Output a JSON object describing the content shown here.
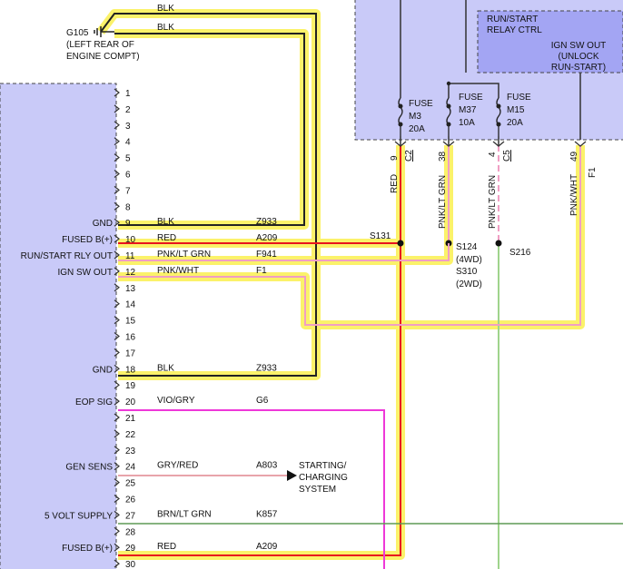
{
  "ground": {
    "id": "G105",
    "location_lines": [
      "(LEFT REAR OF",
      "ENGINE COMPT)"
    ]
  },
  "top_wire_labels": [
    "BLK",
    "BLK"
  ],
  "relay_box": {
    "title_lines": [
      "RUN/START",
      "RELAY CTRL"
    ],
    "sub_lines": [
      "IGN SW OUT",
      "(UNLOCK",
      "RUN-START)"
    ]
  },
  "fuses": [
    {
      "lines": [
        "FUSE",
        "M3",
        "20A"
      ]
    },
    {
      "lines": [
        "FUSE",
        "M37",
        "10A"
      ]
    },
    {
      "lines": [
        "FUSE",
        "M15",
        "20A"
      ]
    }
  ],
  "junction_pins": [
    {
      "pin": "9",
      "conn": "C2",
      "color": "RED"
    },
    {
      "pin": "38",
      "conn": "",
      "color": "PNK/LT GRN"
    },
    {
      "pin": "4",
      "conn": "C5",
      "color": "PNK/LT GRN"
    },
    {
      "pin": "49",
      "conn": "F1",
      "color": "PNK/WHT"
    }
  ],
  "splices": [
    "S131",
    "S124",
    "(4WD)",
    "S310",
    "(2WD)",
    "S216"
  ],
  "pins": [
    {
      "n": "1",
      "label": "",
      "color": "",
      "circuit": ""
    },
    {
      "n": "2",
      "label": "",
      "color": "",
      "circuit": ""
    },
    {
      "n": "3",
      "label": "",
      "color": "",
      "circuit": ""
    },
    {
      "n": "4",
      "label": "",
      "color": "",
      "circuit": ""
    },
    {
      "n": "5",
      "label": "",
      "color": "",
      "circuit": ""
    },
    {
      "n": "6",
      "label": "",
      "color": "",
      "circuit": ""
    },
    {
      "n": "7",
      "label": "",
      "color": "",
      "circuit": ""
    },
    {
      "n": "8",
      "label": "",
      "color": "",
      "circuit": ""
    },
    {
      "n": "9",
      "label": "GND",
      "color": "BLK",
      "circuit": "Z933"
    },
    {
      "n": "10",
      "label": "FUSED B(+)",
      "color": "RED",
      "circuit": "A209"
    },
    {
      "n": "11",
      "label": "RUN/START RLY OUT",
      "color": "PNK/LT GRN",
      "circuit": "F941"
    },
    {
      "n": "12",
      "label": "IGN SW OUT",
      "color": "PNK/WHT",
      "circuit": "F1"
    },
    {
      "n": "13",
      "label": "",
      "color": "",
      "circuit": ""
    },
    {
      "n": "14",
      "label": "",
      "color": "",
      "circuit": ""
    },
    {
      "n": "15",
      "label": "",
      "color": "",
      "circuit": ""
    },
    {
      "n": "16",
      "label": "",
      "color": "",
      "circuit": ""
    },
    {
      "n": "17",
      "label": "",
      "color": "",
      "circuit": ""
    },
    {
      "n": "18",
      "label": "GND",
      "color": "BLK",
      "circuit": "Z933"
    },
    {
      "n": "19",
      "label": "",
      "color": "",
      "circuit": ""
    },
    {
      "n": "20",
      "label": "EOP SIG",
      "color": "VIO/GRY",
      "circuit": "G6"
    },
    {
      "n": "21",
      "label": "",
      "color": "",
      "circuit": ""
    },
    {
      "n": "22",
      "label": "",
      "color": "",
      "circuit": ""
    },
    {
      "n": "23",
      "label": "",
      "color": "",
      "circuit": ""
    },
    {
      "n": "24",
      "label": "GEN SENS",
      "color": "GRY/RED",
      "circuit": "A803"
    },
    {
      "n": "25",
      "label": "",
      "color": "",
      "circuit": ""
    },
    {
      "n": "26",
      "label": "",
      "color": "",
      "circuit": ""
    },
    {
      "n": "27",
      "label": "5 VOLT SUPPLY",
      "color": "BRN/LT GRN",
      "circuit": "K857"
    },
    {
      "n": "28",
      "label": "",
      "color": "",
      "circuit": ""
    },
    {
      "n": "29",
      "label": "FUSED B(+)",
      "color": "RED",
      "circuit": "A209"
    },
    {
      "n": "30",
      "label": "",
      "color": "",
      "circuit": ""
    }
  ],
  "charging_system": {
    "lines": [
      "STARTING/",
      "CHARGING",
      "SYSTEM"
    ]
  },
  "colors": {
    "module_fill": "#c9caf8",
    "relay_fill": "#a3a5f3",
    "highlight": "#fbf26a",
    "red_wire": "#e8141e",
    "black_wire": "#222222",
    "pink_wire": "#f09ec4",
    "lightgreen_wire": "#9fd48c",
    "violet_wire": "#ee38d8",
    "grayred_wire": "#e0868e",
    "brown_green_wire": "#5f9a55"
  }
}
